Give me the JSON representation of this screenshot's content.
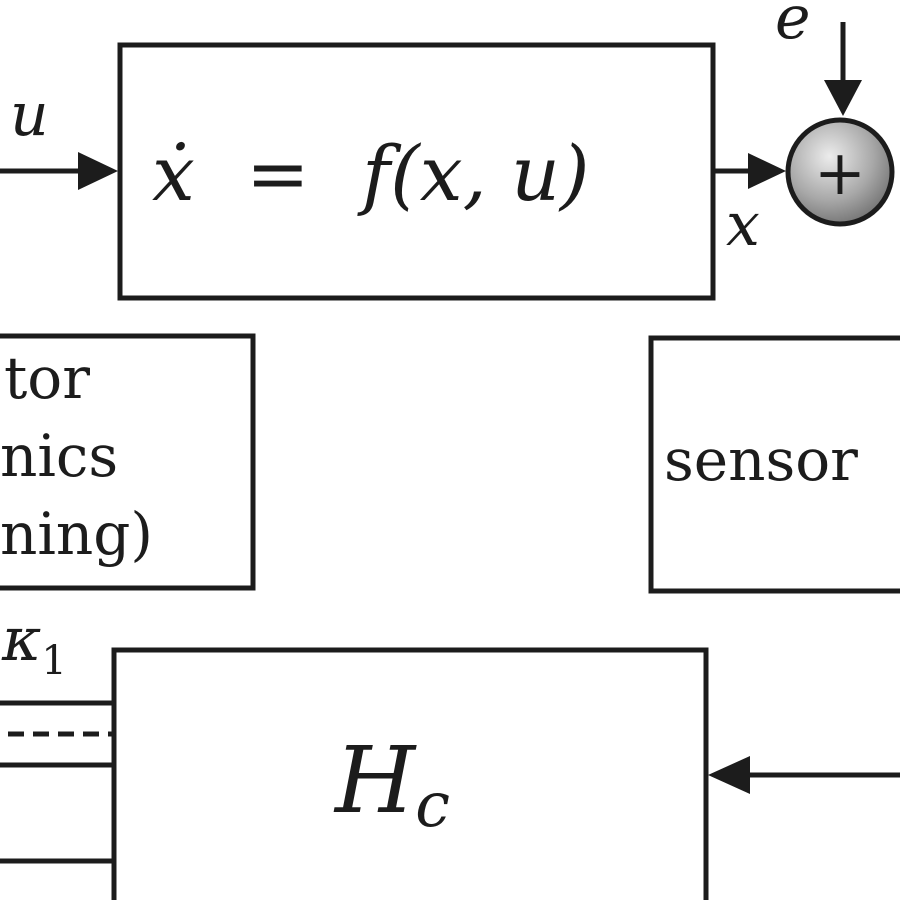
{
  "diagram": {
    "plant": {
      "equation_lhs": "ẋ",
      "equation_eq": "=",
      "equation_rhs": "f(x, u)"
    },
    "labels": {
      "input_u": "u",
      "output_x": "x",
      "noise_e": "e",
      "kappa": "κ",
      "kappa_sub": "1"
    },
    "sum_junction": {
      "symbol": "+"
    },
    "left_box": {
      "line1": "tor",
      "line2": "nics",
      "line3": "ning)"
    },
    "sensor_box": {
      "label": "sensor"
    },
    "controller": {
      "symbol": "H",
      "subscript": "c"
    }
  }
}
